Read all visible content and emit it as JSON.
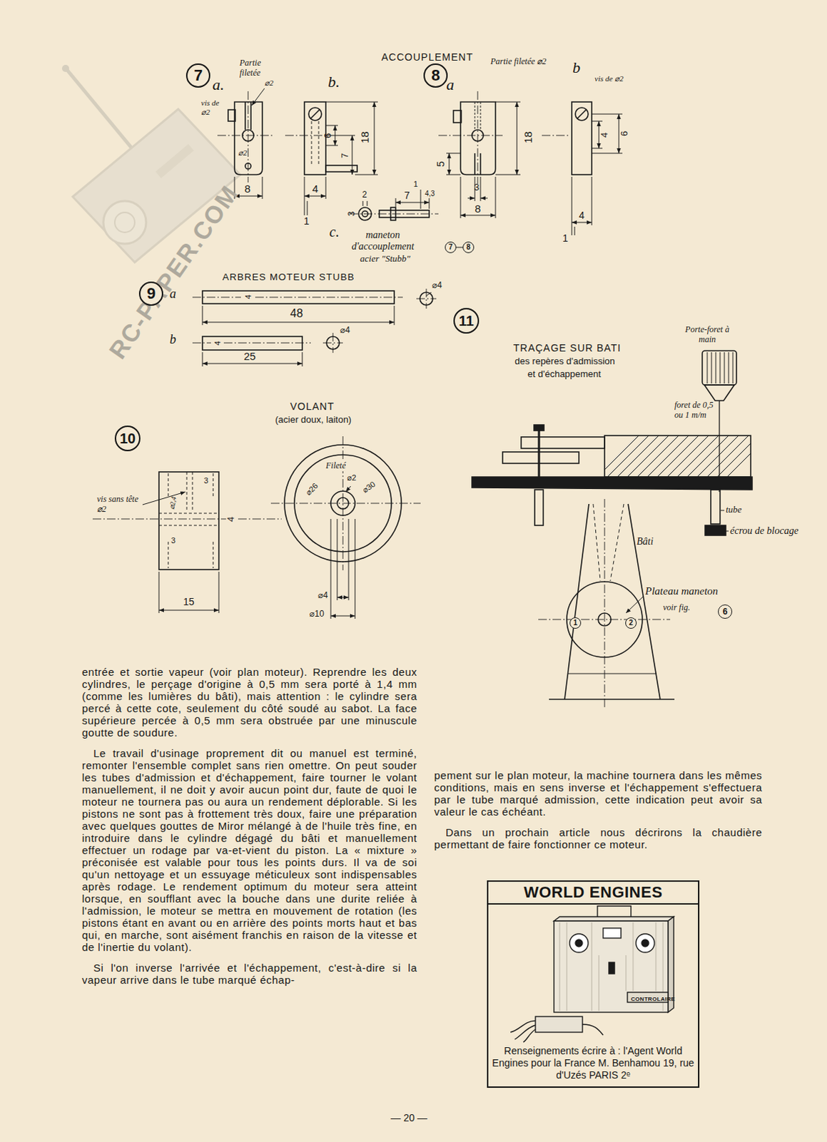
{
  "diagram": {
    "nodes": [
      {
        "text": [
          "7"
        ]
      },
      {
        "text": [
          "8"
        ]
      },
      {
        "text": [
          "9"
        ]
      },
      {
        "text": [
          "10"
        ]
      },
      {
        "text": [
          "11"
        ]
      },
      {
        "text": [
          "7"
        ]
      },
      {
        "text": [
          "8"
        ]
      },
      {
        "text": [
          "1"
        ]
      },
      {
        "text": [
          "2"
        ]
      },
      {
        "text": [
          "6"
        ]
      },
      {
        "text": [
          "WORLD ENGINES",
          "CONTROLAIRE",
          "Renseignements écrire à : l'Agent World Engines pour la France M. Benhamou 19, rue d'Uzés PARIS 2ᵉ"
        ]
      }
    ],
    "labels": [
      "ACCOUPLEMENT",
      "a.",
      "Partie filetée",
      "⌀2",
      "vis de ⌀2",
      "b.",
      "⌀2",
      "6",
      "7",
      "18",
      "8",
      "4",
      "1",
      "c.",
      "2",
      "3",
      "7",
      "1",
      "4,3",
      "maneton d'accouplement",
      "acier \"Stubb\"",
      "a",
      "Partie filetée ⌀2",
      "b",
      "vis de ⌀2",
      "18",
      "5",
      "3",
      "8",
      "4",
      "6",
      "4",
      "1",
      "ARBRES MOTEUR STUBB",
      "a",
      "4",
      "48",
      "⌀4",
      "b",
      "4",
      "25",
      "⌀4",
      "VOLANT",
      "(acier doux, laiton)",
      "vis sans tête ⌀2",
      "3",
      "⌀2,4",
      "4",
      "3",
      "15",
      "Fileté",
      "⌀2",
      "⌀26",
      "⌀30",
      "⌀4",
      "⌀10",
      "TRAÇAGE SUR BATI",
      "des repères d'admission",
      "et d'échappement",
      "Porte-foret à main",
      "foret de 0,5 ou 1 m/m",
      "tube",
      "écrou de blocage",
      "Bâti",
      "Plateau maneton",
      "voir fig.",
      "RC-PAPER.COM",
      "entrée et sortie vapeur (voir plan moteur). Reprendre les deux cylindres, le perçage d'origine à 0,5 mm sera porté à 1,4 mm (comme les lumières du bâti), mais attention : le cylindre sera percé à cette cote, seulement du côté soudé au sabot. La face supérieure percée à 0,5 mm sera obstruée par une minuscule goutte de soudure.",
      "Le travail d'usinage proprement dit ou manuel est terminé, remonter l'ensemble complet sans rien omettre. On peut souder les tubes d'admission et d'échappement, faire tourner le volant manuellement, il ne doit y avoir aucun point dur, faute de quoi le moteur ne tournera pas ou aura un rendement déplorable. Si les pistons ne sont pas à frottement très doux, faire une préparation avec quelques gouttes de Miror mélangé à de l'huile très fine, en introduire dans le cylindre dégagé du bâti et manuellement effectuer un rodage par va-et-vient du piston. La « mixture » préconisée est valable pour tous les points durs. Il va de soi qu'un nettoyage et un essuyage méticuleux sont indispensables après rodage. Le rendement optimum du moteur sera atteint lorsque, en soufflant avec la bouche dans une durite reliée à l'admission, le moteur se mettra en mouvement de rotation (les pistons étant en avant ou en arrière des points morts haut et bas qui, en marche, sont aisément franchis en raison de la vitesse et de l'inertie du volant).",
      "Si l'on inverse l'arrivée et l'échappement, c'est-à-dire si la vapeur arrive dans le tube marqué échap-",
      "pement sur le plan moteur, la machine tournera dans les mêmes conditions, mais en sens inverse et l'échappement s'effectuera par le tube marqué admission, cette indication peut avoir sa valeur le cas échéant.",
      "Dans un prochain article nous décrirons la chaudière permettant de faire fonctionner ce moteur.",
      "— 20 —"
    ]
  }
}
